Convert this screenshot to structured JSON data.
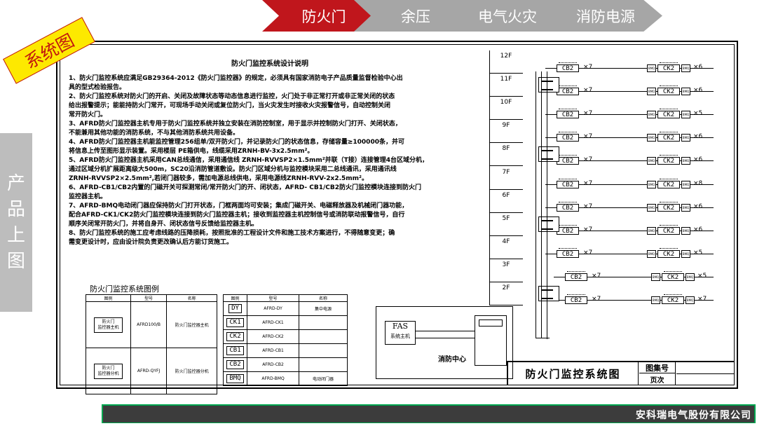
{
  "nav": {
    "items": [
      {
        "label": "防火门",
        "active": true
      },
      {
        "label": "余压",
        "active": false
      },
      {
        "label": "电气火灾",
        "active": false
      },
      {
        "label": "消防电源",
        "active": false
      }
    ],
    "active_color": "#c0161c",
    "inactive_color": "#a6a6a6"
  },
  "badge": {
    "label": "系统图"
  },
  "side_tab": {
    "chars": [
      "产",
      "品",
      "上",
      "图"
    ]
  },
  "description": {
    "title": "防火门监控系统设计说明",
    "lines": [
      "1、防火门监控系统应满足GB29364-2012《防火门监控器》的规定，必须具有国家消防电子产品质量监督检验中心出",
      "具的型式检验报告。",
      "2、防火门监控系统对防火门的开启、关闭及故障状态等动态信息进行监控，火门处于非正常打开或非正常关闭的状态",
      "给出报警提示；能能持防火门常开，可现场手动关闭或复位防火门，当火灾发生时接收火灾报警信号，自动控制关闭",
      "常开防火门。",
      "3、AFRD防火门监控器主机专用于防火门监控系统并独立安装在消防控制室，用于显示并控制防火门打开、关闭状态，",
      "不能兼用其他功能的消防系统，不与其他消防系统共用设备。",
      "4、AFRD防火门监控器主机能监控管理256组单/双开防火门，并记录防火门的状态信息，存储容量≥100000条，并可",
      "将信息上传至图形显示装置。采用楼层 PE箱供电，线缆采用ZRNH-BV-3x2.5mm²。",
      "5、AFRD防火门监控器主机采用CAN总线通信，采用通信线 ZRNH-RVVSP2×1.5mm²并联（T接）连接管理4台区域分机，",
      "通过区域分机扩展距离级大500m，SC20沿消防管道敷设。防火门区域分机与监控模块采用二总线通讯，采用通讯线",
      "ZRNH-RVVSP2×2.5mm²,若闭门器较多，需加电源总线供电，采用电源线ZRNH-RVV-2x2.5mm²。",
      "6、AFRD-CB1/CB2内置的门磁开关可探测常闭/常开防火门的开、闭状态，AFRD- CB1/CB2防火门监控模块连接到防火门",
      "监控器主机。",
      "7、AFRD-BMQ电动闭门器应保持防火门打开状态，门框两面均可安装；集成门磁开关、电磁释放器及机械闭门器功能，",
      "配合AFRD-CK1/CK2防火门监控模块连接到防火门监控器主机；接收到监控器主机控制信号或消防联动报警信号，自行",
      "顺序关闭常开防火门，并将自身开、闭状态信号反馈给监控器主机。",
      "8、防火门监控系统的施工应考虑线路的压降损耗，按照批准的工程设计文件和施工技术方案进行，不得随意变更；确",
      "需变更设计时，应由设计院负责更改确认后方能订货施工。"
    ]
  },
  "legend": {
    "title": "防火门监控系统图例",
    "headers": [
      "图例",
      "型号",
      "名称"
    ],
    "left_rows": [
      {
        "icon": "防火门\n监控器主机",
        "model": "AFRD100/B",
        "name": "防火门监控器主机"
      },
      {
        "icon": "防火门\n监控器分机",
        "model": "AFRD-QYFJ",
        "name": "防火门监控器分机"
      }
    ],
    "right_rows": [
      {
        "icon": "DY",
        "model": "AFRD-DY",
        "name": "集中电源"
      },
      {
        "icon": "CK1",
        "model": "AFRD-CK1",
        "name": ""
      },
      {
        "icon": "CK2",
        "model": "AFRD-CK2",
        "name": ""
      },
      {
        "icon": "CB1",
        "model": "AFRD-CB1",
        "name": ""
      },
      {
        "icon": "CB2",
        "model": "AFRD-CB2",
        "name": ""
      },
      {
        "icon": "BMQ",
        "model": "AFRD-BMQ",
        "name": "电动闭门器"
      }
    ]
  },
  "riser": {
    "floors": [
      {
        "label": "12F",
        "cb_count": "×7",
        "ck_count": "×6"
      },
      {
        "label": "11F",
        "cb_count": "×7",
        "ck_count": "×6"
      },
      {
        "label": "10F",
        "cb_count": "×7",
        "ck_count": "×5"
      },
      {
        "label": "9F",
        "cb_count": "×7",
        "ck_count": "×6"
      },
      {
        "label": "8F",
        "cb_count": "×7",
        "ck_count": "×6"
      },
      {
        "label": "7F",
        "cb_count": "×7",
        "ck_count": "×8"
      },
      {
        "label": "6F",
        "cb_count": "×7",
        "ck_count": "×6"
      },
      {
        "label": "5F",
        "cb_count": "×7",
        "ck_count": "×6"
      },
      {
        "label": "4F",
        "cb_count": "×7",
        "ck_count": "×5"
      },
      {
        "label": "3F",
        "cb_count": "×7",
        "ck_count": "×5"
      },
      {
        "label": "2F",
        "cb_count": "×7",
        "ck_count": "×7"
      }
    ],
    "cb_label": "CB2",
    "ck_label": "CK2",
    "bmq_label": "BMQ",
    "unit_floors": [
      "11F",
      "8F",
      "5F",
      "2F"
    ]
  },
  "control_center": {
    "fas_title": "FAS",
    "fas_sub": "系统主机",
    "label": "消防中心"
  },
  "title_block": {
    "title": "防火门监控系统图",
    "drawing_no_label": "图集号",
    "page_label": "页次"
  },
  "footer": {
    "company": "安科瑞电气股份有限公司"
  }
}
